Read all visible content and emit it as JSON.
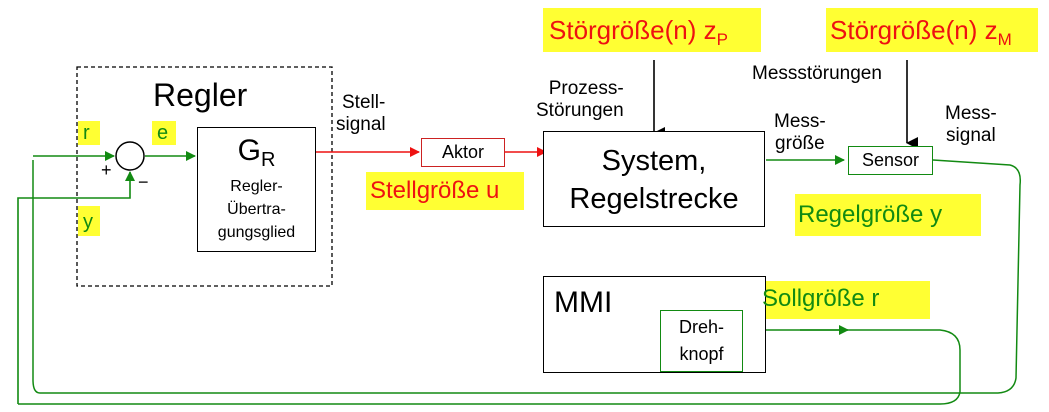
{
  "controller": {
    "title": "Regler",
    "gr_main": "G",
    "gr_sub": "R",
    "gr_desc": [
      "Regler-",
      "Übertra-",
      "gungsglied"
    ],
    "signal_r": "r",
    "signal_e": "e",
    "signal_y": "y",
    "sum_plus": "+",
    "sum_minus": "−"
  },
  "stellsignal": [
    "Stell-",
    "signal"
  ],
  "aktor": "Aktor",
  "stellgroesse": "Stellgröße u",
  "prozess_stoerungen": [
    "Prozess-",
    "Störungen"
  ],
  "stoer_p": {
    "text": "Störgröße(n) z",
    "sub": "P"
  },
  "stoer_m": {
    "text": "Störgröße(n) z",
    "sub": "M"
  },
  "system": [
    "System,",
    "Regelstrecke"
  ],
  "messstoerungen": "Messstörungen",
  "messgroesse": [
    "Mess-",
    "größe"
  ],
  "sensor": "Sensor",
  "messsignal": [
    "Mess-",
    "signal"
  ],
  "regelgroesse": "Regelgröße y",
  "mmi": "MMI",
  "drehknopf": [
    "Dreh-",
    "knopf"
  ],
  "sollgroesse": "Sollgröße r",
  "colors": {
    "red": "#ee1111",
    "green": "#128a12",
    "highlight": "#ffff33",
    "black": "#000000"
  }
}
